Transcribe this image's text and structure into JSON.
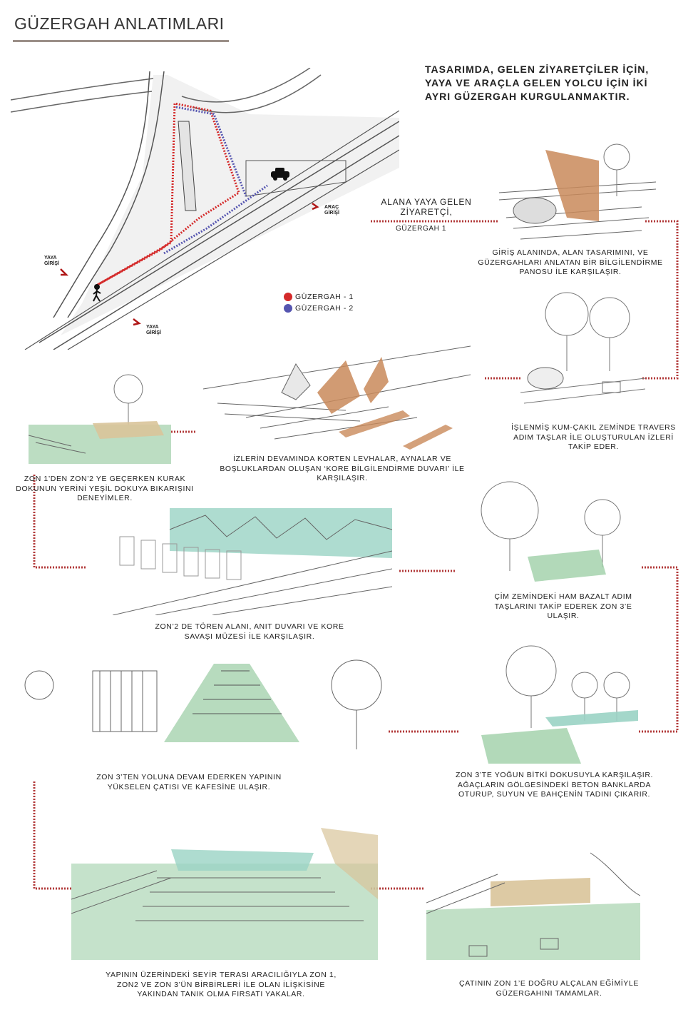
{
  "title": "GÜZERGAH ANLATIMLARI",
  "intro": "TASARIMDA, GELEN ZİYARETÇİLER İÇİN, YAYA VE ARAÇLA GELEN YOLCU İÇİN İKİ AYRI GÜZERGAH KURGULANMAKTIR.",
  "map": {
    "labels": {
      "yaya_girisi_left_1": "YAYA",
      "yaya_girisi_left_2": "GİRİŞİ",
      "yaya_girisi_bottom_1": "YAYA",
      "yaya_girisi_bottom_2": "GİRİŞİ",
      "arac_girisi_1": "ARAÇ",
      "arac_girisi_2": "GİRİŞİ"
    },
    "legend": [
      {
        "label": "GÜZERGAH - 1",
        "color": "#d42a2a"
      },
      {
        "label": "GÜZERGAH - 2",
        "color": "#5555b0"
      }
    ]
  },
  "route_intro": {
    "line1": "ALANA YAYA GELEN",
    "line2": "ZİYARETÇİ,",
    "line3": "GÜZERGAH 1"
  },
  "captions": {
    "c1": "GİRİŞ ALANINDA, ALAN TASARIMINI, VE GÜZERGAHLARI ANLATAN BİR BİLGİLENDİRME PANOSU İLE KARŞILAŞIR.",
    "c2": "İŞLENMİŞ KUM-ÇAKIL ZEMİNDE TRAVERS ADIM TAŞLAR İLE OLUŞTURULAN İZLERİ TAKİP EDER.",
    "c3": "İZLERİN DEVAMINDA KORTEN LEVHALAR, AYNALAR VE  BOŞLUKLARDAN OLUŞAN ‘KORE BİLGİLENDİRME DUVARI’  İLE KARŞILAŞIR.",
    "c4": "ZON 1’DEN ZON’2 YE GEÇERKEN KURAK DOKUNUN YERİNİ YEŞİL DOKUYA BIKARIŞINI DENEYİMLER.",
    "c5": "ZON’2 DE TÖREN ALANI, ANIT DUVARI VE KORE SAVAŞI MÜZESİ İLE KARŞILAŞIR.",
    "c6": "ÇİM ZEMİNDEKİ HAM BAZALT ADIM TAŞLARINI TAKİP EDEREK ZON 3’E ULAŞIR.",
    "c7": "ZON 3’TEN YOLUNA DEVAM EDERKEN YAPININ YÜKSELEN ÇATISI VE KAFESİNE ULAŞIR.",
    "c8": "ZON 3’TE YOĞUN BİTKİ DOKUSUYLA KARŞILAŞIR. AĞAÇLARIN GÖLGESİNDEKİ BETON BANKLARDA OTURUP, SUYUN VE BAHÇENİN TADINI ÇIKARIR.",
    "c9": "YAPININ ÜZERİNDEKİ SEYİR TERASI ARACILIĞIYLA ZON 1, ZON2 VE ZON 3’ÜN BİRBİRLERİ İLE OLAN İLİŞKİSİNE YAKINDAN TANIK OLMA FIRSATI YAKALAR.",
    "c10": "ÇATININ ZON 1’E DOĞRU ALÇALAN EĞİMİYLE GÜZERGAHINI TAMAMLAR."
  },
  "colors": {
    "route1": "#d42a2a",
    "route2": "#5555b0",
    "connector": "#b23a3a",
    "corten": "#c98a5a",
    "grass": "#9fcfa8",
    "glass": "#9ad3c4"
  }
}
